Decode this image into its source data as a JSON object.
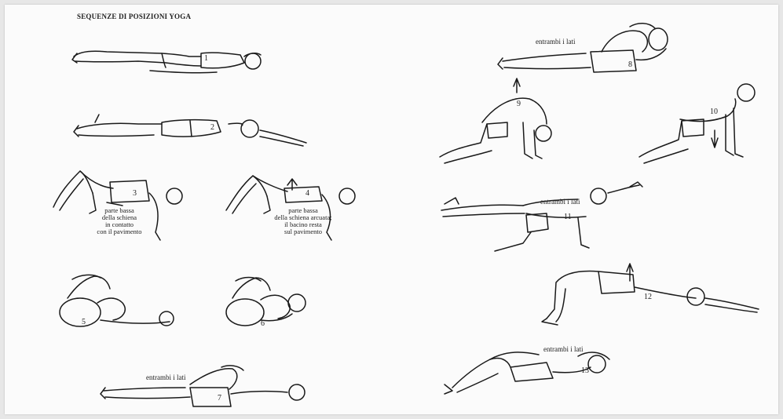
{
  "page": {
    "title": "SEQUENZE DI POSIZIONI YOGA"
  },
  "poses": [
    {
      "number": "1"
    },
    {
      "number": "2"
    },
    {
      "number": "3",
      "caption": [
        "parte bassa",
        "della schiena",
        "in contatto",
        "con il pavimento"
      ]
    },
    {
      "number": "4",
      "caption": [
        "parte bassa",
        "della schiena arcuata;",
        "il bacino resta",
        "sul pavimento"
      ]
    },
    {
      "number": "5"
    },
    {
      "number": "6"
    },
    {
      "number": "7",
      "note": "entrambi i lati"
    },
    {
      "number": "8",
      "note": "entrambi i lati"
    },
    {
      "number": "9"
    },
    {
      "number": "10"
    },
    {
      "number": "11",
      "note": "entrambi i lati"
    },
    {
      "number": "12"
    },
    {
      "number": "13",
      "note": "entrambi i lati"
    }
  ]
}
